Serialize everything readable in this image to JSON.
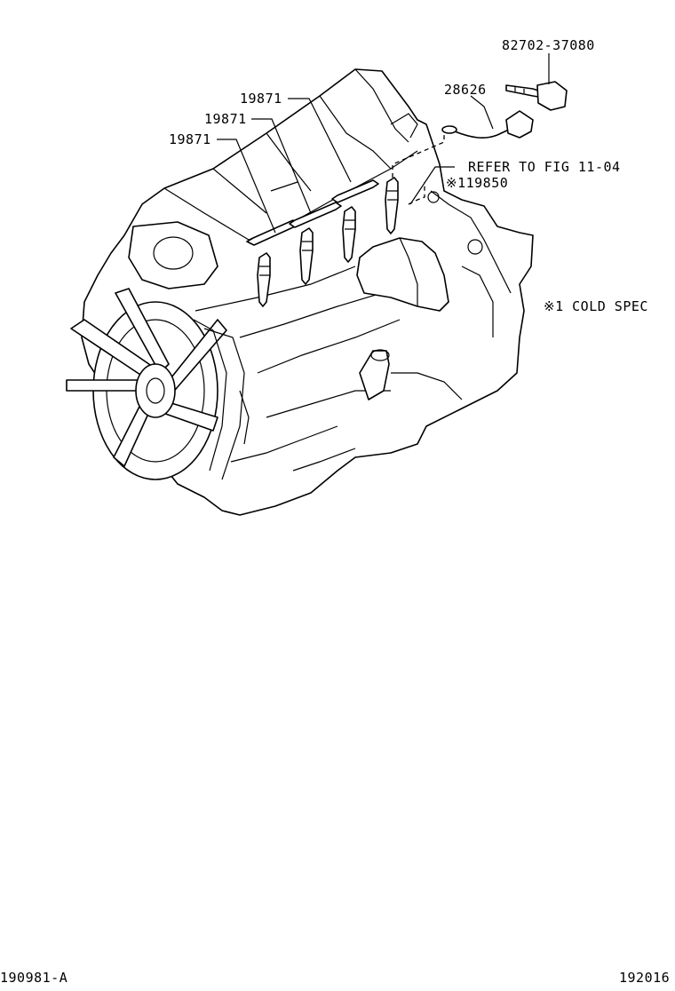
{
  "labels": {
    "relay_part": "82702-37080",
    "wire_part": "28626",
    "glow_plug_connector_1": "19871",
    "glow_plug_connector_2": "19871",
    "glow_plug_connector_3": "19871",
    "refer_note": "REFER TO FIG 11-04",
    "glow_plug_part": "※119850",
    "cold_spec_note": "※1 COLD SPEC",
    "footer_left": "190981-A",
    "footer_right": "192016"
  },
  "colors": {
    "line": "#000000",
    "background": "#ffffff"
  }
}
